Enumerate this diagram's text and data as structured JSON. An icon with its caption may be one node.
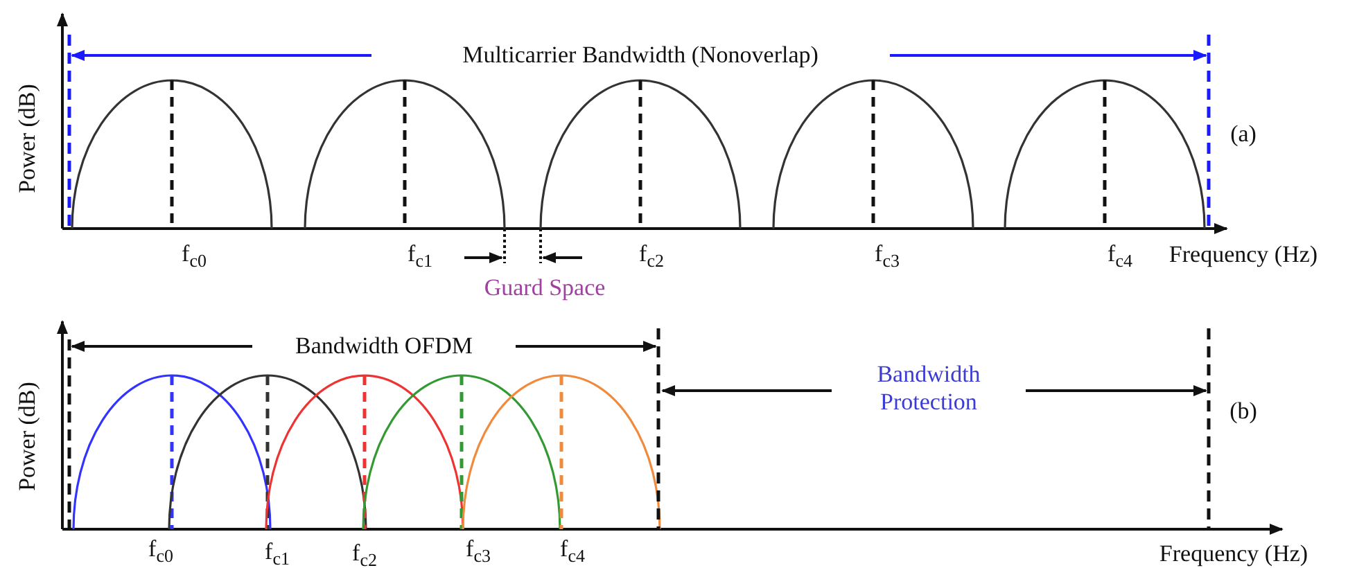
{
  "diagram": {
    "labels": [
      "Multicarrier Bandwidth (Nonoverlap)",
      "Power (dB)",
      "(a)",
      "f$_{c0}$",
      "f$_{c1}$",
      "f$_{c2}$",
      "f$_{c3}$",
      "f$_{c4}$",
      "Frequency (Hz)",
      "Guard Space",
      "Bandwidth OFDM",
      "Bandwidth Protection",
      "Power (dB)",
      "(b)",
      "f$_{c0}$",
      "f$_{c1}$",
      "f$_{c2}$",
      "f$_{c3}$",
      "f$_{c4}$",
      "Frequency (Hz)"
    ]
  }
}
